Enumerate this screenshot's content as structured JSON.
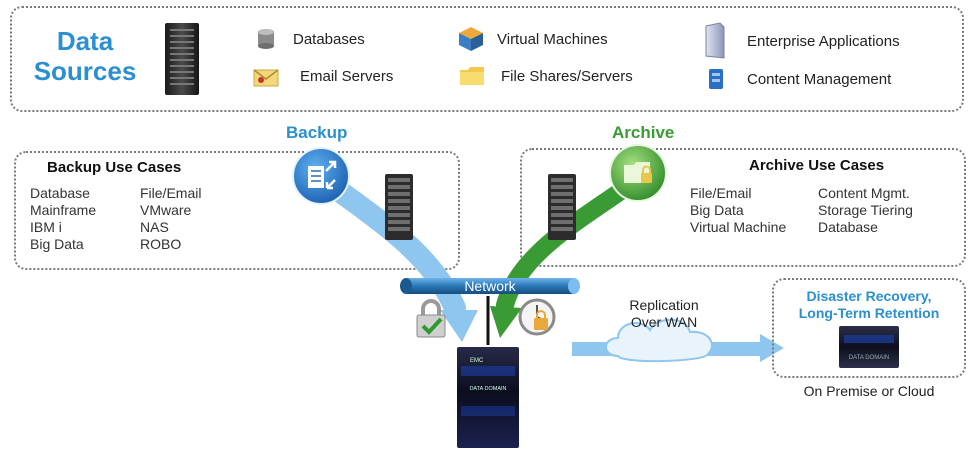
{
  "data_sources": {
    "title_line1": "Data",
    "title_line2": "Sources",
    "items": [
      {
        "label": "Databases",
        "icon": "database-icon"
      },
      {
        "label": "Email Servers",
        "icon": "email-icon"
      },
      {
        "label": "Virtual Machines",
        "icon": "virtual-machine-icon"
      },
      {
        "label": "File Shares/Servers",
        "icon": "folder-icon"
      },
      {
        "label": "Enterprise Applications",
        "icon": "enterprise-app-icon"
      },
      {
        "label": "Content Management",
        "icon": "content-management-icon"
      }
    ]
  },
  "backup": {
    "flow_label": "Backup",
    "use_cases_title": "Backup Use Cases",
    "col1": [
      "Database",
      "Mainframe",
      "IBM i",
      "Big Data"
    ],
    "col2": [
      "File/Email",
      "VMware",
      "NAS",
      "ROBO"
    ],
    "color": "#7dbdeb"
  },
  "archive": {
    "flow_label": "Archive",
    "use_cases_title": "Archive Use Cases",
    "col1": [
      "File/Email",
      "Big Data",
      "Virtual Machine"
    ],
    "col2": [
      "Content Mgmt.",
      "Storage Tiering",
      "Database"
    ],
    "color": "#3a9b35"
  },
  "network": {
    "label": "Network",
    "color": "#2a78b8"
  },
  "replication": {
    "line1": "Replication",
    "line2": "Over WAN"
  },
  "disaster_recovery": {
    "line1": "Disaster Recovery,",
    "line2": "Long-Term Retention",
    "location": "On Premise or Cloud"
  },
  "appliance_text": {
    "brand": "EMC",
    "model": "DATA DOMAIN"
  },
  "colors": {
    "accent_blue": "#2b8fd0",
    "archive_green": "#3a9b35"
  }
}
